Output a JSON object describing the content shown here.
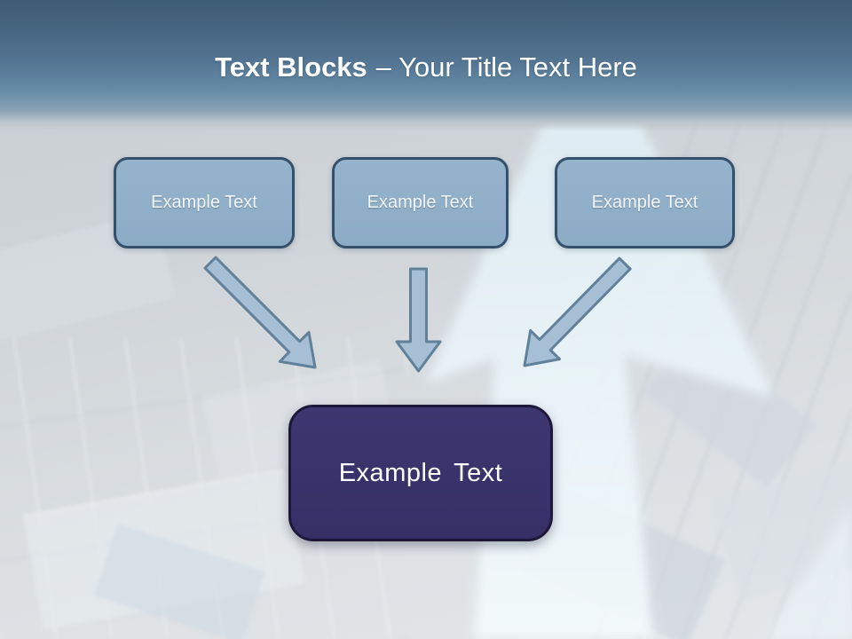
{
  "slide": {
    "header": {
      "title_bold": "Text Blocks",
      "title_rest": "– Your Title Text Here"
    },
    "text_blocks": [
      {
        "label": "Example Text"
      },
      {
        "label": "Example Text"
      },
      {
        "label": "Example Text"
      }
    ],
    "result_block": {
      "label": "Example Text"
    },
    "connectors": [
      {
        "name": "arrow-down-right"
      },
      {
        "name": "arrow-down"
      },
      {
        "name": "arrow-down-left"
      }
    ],
    "colors": {
      "header_top": "#3e5d76",
      "header_mid": "#527391",
      "header_fade": "#bcc5cc",
      "title_text": "#ffffff",
      "block_fill": "#90aec9",
      "block_border": "#34506b",
      "block_text": "#f2f6f9",
      "result_fill": "#393269",
      "result_border": "#1d1839",
      "result_text": "#ffffff",
      "arrow_fill": "#a6bfd5",
      "arrow_stroke": "#61809a",
      "bg_gray": "#cfd4d8",
      "bg_arrow_light": "#e8f3f9"
    }
  }
}
